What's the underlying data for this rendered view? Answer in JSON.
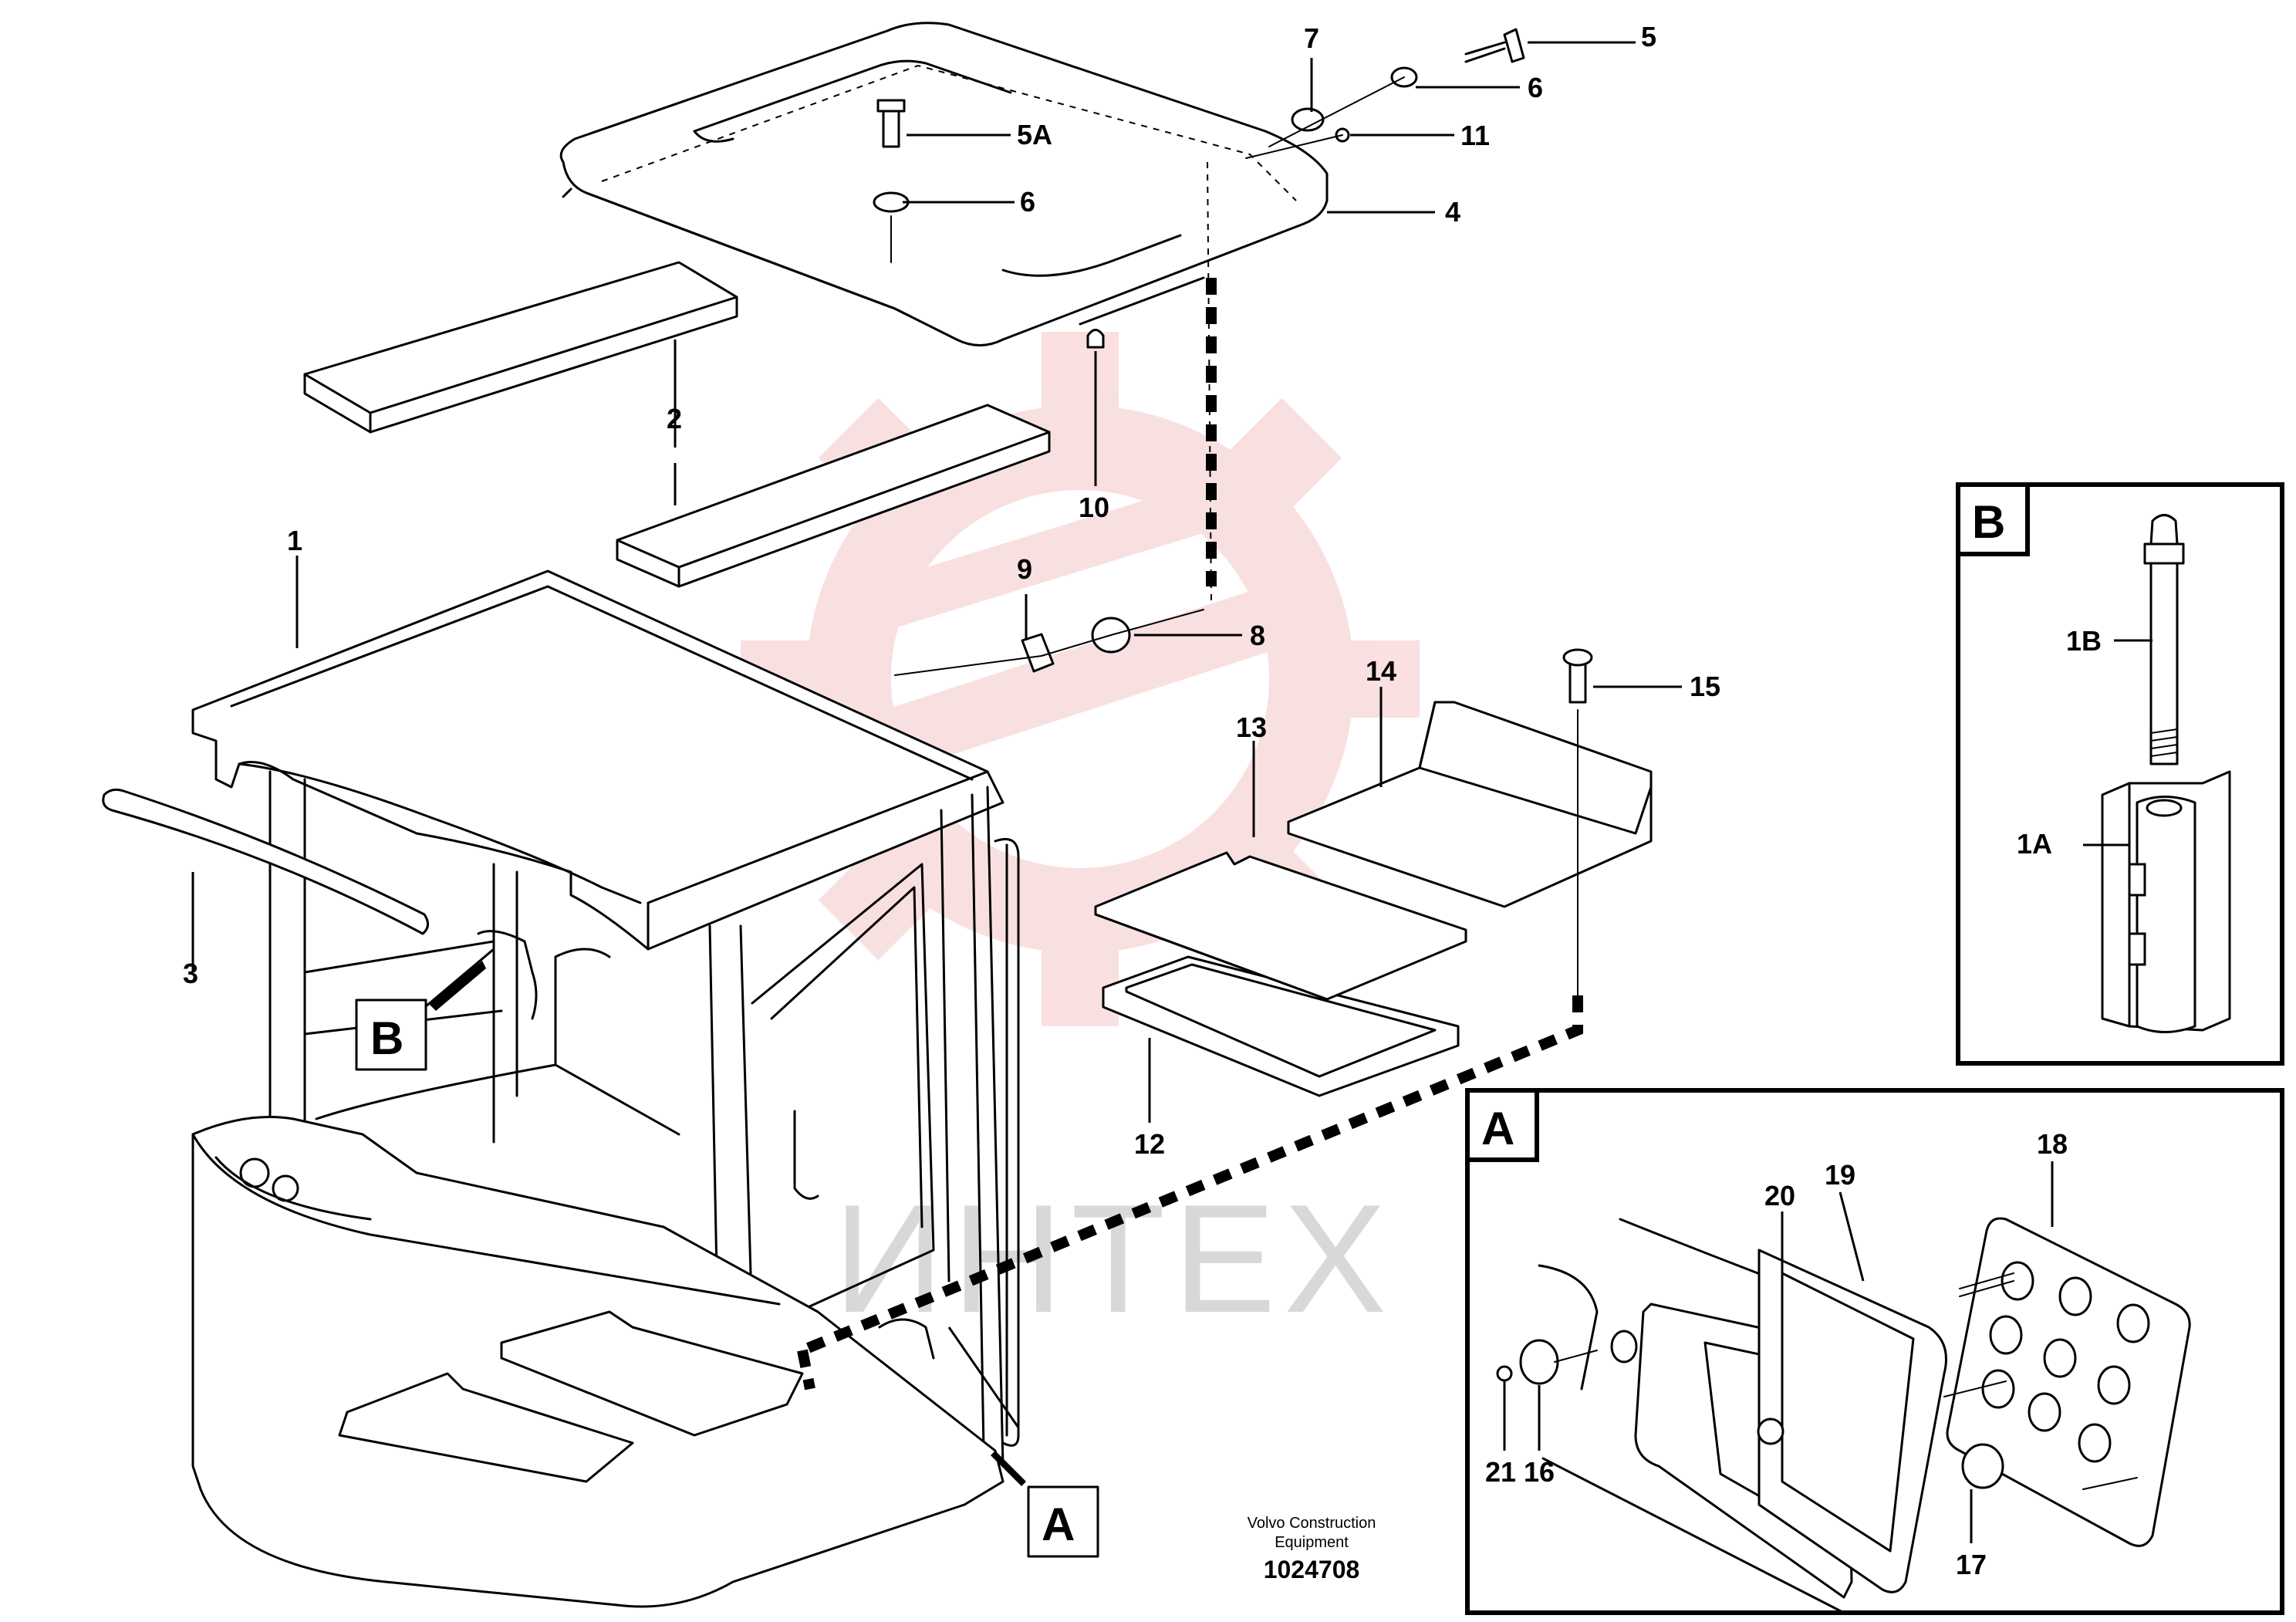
{
  "callouts": [
    "1",
    "1A",
    "1B",
    "2",
    "3",
    "4",
    "5",
    "5A",
    "6",
    "6",
    "7",
    "8",
    "9",
    "10",
    "11",
    "12",
    "13",
    "14",
    "15",
    "16",
    "17",
    "18",
    "19",
    "20",
    "21"
  ],
  "detail_boxes": {
    "a": "A",
    "b": "B"
  },
  "view_refs": {
    "a": "A",
    "b": "B"
  },
  "footer": {
    "line1": "Volvo Construction",
    "line2": "Equipment",
    "number": "1024708"
  },
  "watermark": {
    "text": "ИНТЕХ",
    "color": "#f5c7c7"
  }
}
